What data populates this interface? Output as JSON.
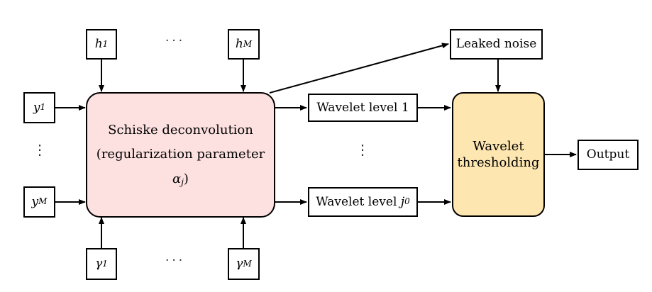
{
  "inputs": {
    "h_first": {
      "var": "h",
      "sub": "1"
    },
    "h_last": {
      "var": "h",
      "sub": "M"
    },
    "y_first": {
      "var": "y",
      "sub": "1"
    },
    "y_last": {
      "var": "y",
      "sub": "M"
    },
    "gamma_first": {
      "var": "γ",
      "sub": "1"
    },
    "gamma_last": {
      "var": "γ",
      "sub": "M"
    }
  },
  "ellipsis": "···",
  "vellipsis": "⋮",
  "main_block": {
    "line1": "Schiske deconvolution",
    "line2_prefix": "(regularization parameter ",
    "line2_var": "α",
    "line2_sub": "j",
    "line2_suffix": ")"
  },
  "leaked_noise": "Leaked noise",
  "wavelet_level_1": "Wavelet level 1",
  "wavelet_level_j0": {
    "prefix": "Wavelet level ",
    "var": "j",
    "sub": "0"
  },
  "thresholding": {
    "line1": "Wavelet",
    "line2": "thresholding"
  },
  "output": "Output",
  "colors": {
    "main_fill": "#fde0e0",
    "thresh_fill": "#fde6b0",
    "stroke": "#000000"
  }
}
